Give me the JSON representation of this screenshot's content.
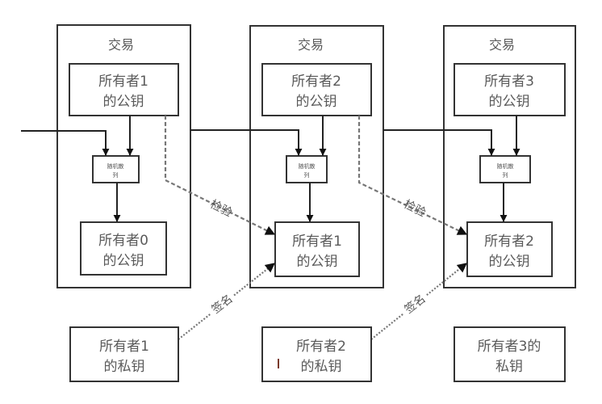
{
  "diagram": {
    "type": "flowchart",
    "colors": {
      "stroke": "#333333",
      "text": "#5a5a5a",
      "dashed": "#777777",
      "background": "#ffffff"
    },
    "transactions": [
      {
        "id": "tx1",
        "title": "交易",
        "next_owner_pubkey": [
          "所有者1",
          "的公钥"
        ],
        "hash_label": [
          "随机散",
          "列"
        ],
        "prev_owner_pubkey": [
          "所有者0",
          "的公钥"
        ]
      },
      {
        "id": "tx2",
        "title": "交易",
        "next_owner_pubkey": [
          "所有者2",
          "的公钥"
        ],
        "hash_label": [
          "随机散",
          "列"
        ],
        "prev_owner_pubkey": [
          "所有者1",
          "的公钥"
        ]
      },
      {
        "id": "tx3",
        "title": "交易",
        "next_owner_pubkey": [
          "所有者3",
          "的公钥"
        ],
        "hash_label": [
          "随机散",
          "列"
        ],
        "prev_owner_pubkey": [
          "所有者2",
          "的公钥"
        ]
      }
    ],
    "private_keys": [
      {
        "id": "pk1",
        "label": [
          "所有者1",
          "的私钥"
        ]
      },
      {
        "id": "pk2",
        "label": [
          "所有者2",
          "的私钥"
        ]
      },
      {
        "id": "pk3",
        "label": [
          "所有者3的",
          "私钥"
        ]
      }
    ],
    "edge_labels": {
      "verify": "检验",
      "sign": "签名"
    },
    "edges": [
      {
        "from": "incoming",
        "to": "tx1.hash",
        "style": "solid"
      },
      {
        "from": "tx1.next_owner_pubkey",
        "to": "tx1.hash",
        "style": "solid"
      },
      {
        "from": "tx1.hash",
        "to": "tx1.prev_owner_pubkey",
        "style": "solid"
      },
      {
        "from": "tx1",
        "to": "tx2.hash",
        "style": "solid"
      },
      {
        "from": "tx2.next_owner_pubkey",
        "to": "tx2.hash",
        "style": "solid"
      },
      {
        "from": "tx2.hash",
        "to": "tx2.prev_owner_pubkey",
        "style": "solid"
      },
      {
        "from": "tx2",
        "to": "tx3.hash",
        "style": "solid"
      },
      {
        "from": "tx3.next_owner_pubkey",
        "to": "tx3.hash",
        "style": "solid"
      },
      {
        "from": "tx3.hash",
        "to": "tx3.prev_owner_pubkey",
        "style": "solid"
      },
      {
        "from": "tx1.next_owner_pubkey",
        "to": "tx2.prev_owner_pubkey",
        "style": "dashed",
        "label": "检验"
      },
      {
        "from": "tx2.next_owner_pubkey",
        "to": "tx3.prev_owner_pubkey",
        "style": "dashed",
        "label": "检验"
      },
      {
        "from": "pk1",
        "to": "tx2.prev_owner_pubkey",
        "style": "dotted",
        "label": "签名"
      },
      {
        "from": "pk2",
        "to": "tx3.prev_owner_pubkey",
        "style": "dotted",
        "label": "签名"
      }
    ]
  }
}
